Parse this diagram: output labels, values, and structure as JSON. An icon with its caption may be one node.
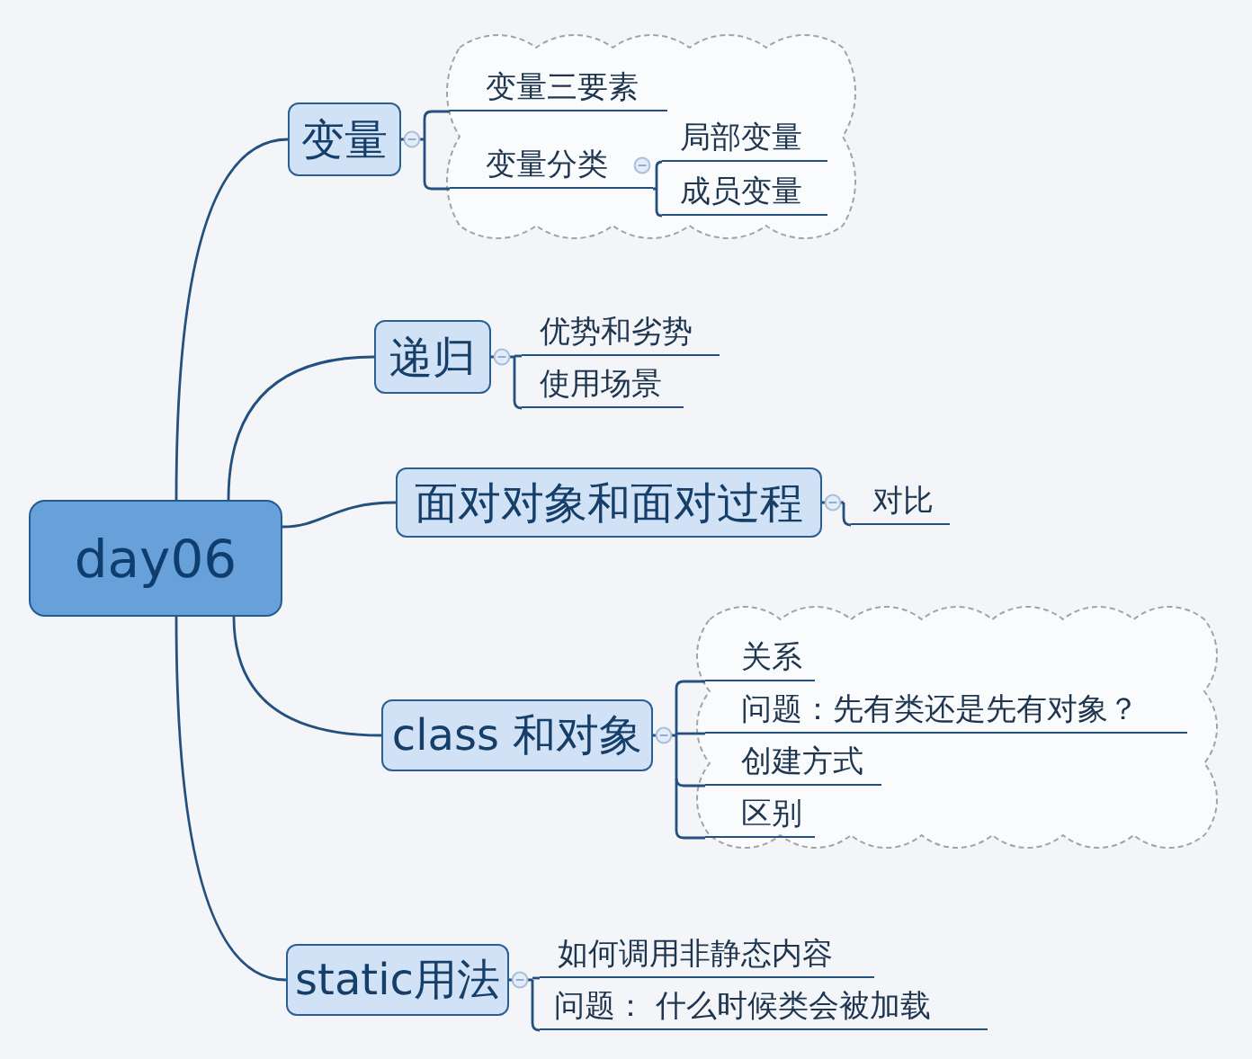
{
  "diagram": {
    "nodes": [
      {
        "text": [
          "day06"
        ]
      },
      {
        "text": [
          "变量"
        ]
      },
      {
        "text": [],
        "shape": "cloud"
      },
      {
        "text": [
          "变量三要素"
        ],
        "in": 2
      },
      {
        "text": [
          "变量分类"
        ],
        "in": 2
      },
      {
        "text": [
          "局部变量"
        ],
        "in": 2
      },
      {
        "text": [
          "成员变量"
        ],
        "in": 2
      },
      {
        "text": [
          "递归"
        ]
      },
      {
        "text": [
          "优势和劣势"
        ]
      },
      {
        "text": [
          "使用场景"
        ]
      },
      {
        "text": [
          "面对对象和面对过程"
        ]
      },
      {
        "text": [
          "对比"
        ]
      },
      {
        "text": [
          "class 和对象"
        ]
      },
      {
        "text": [],
        "shape": "cloud"
      },
      {
        "text": [
          "关系"
        ],
        "in": 13
      },
      {
        "text": [
          "问题：先有类还是先有对象？"
        ],
        "in": 13
      },
      {
        "text": [
          "创建方式"
        ],
        "in": 13
      },
      {
        "text": [
          "区别"
        ],
        "in": 13
      },
      {
        "text": [
          "static用法"
        ]
      },
      {
        "text": [
          "如何调用非静态内容"
        ]
      },
      {
        "text": [
          "问题： 什么时候类会被加载"
        ]
      }
    ],
    "edges": [
      {
        "from": 0,
        "to": 1,
        "arrow": "none"
      },
      {
        "from": 1,
        "to": 3,
        "arrow": "other"
      },
      {
        "from": 1,
        "to": 4,
        "arrow": "other"
      },
      {
        "from": 4,
        "to": 5,
        "arrow": "none"
      },
      {
        "from": 4,
        "to": 6,
        "arrow": "none"
      },
      {
        "from": 0,
        "to": 7,
        "arrow": "none"
      },
      {
        "from": 7,
        "to": 8,
        "arrow": "other"
      },
      {
        "from": 7,
        "to": 9,
        "arrow": "other"
      },
      {
        "from": 0,
        "to": 10,
        "arrow": "none"
      },
      {
        "from": 10,
        "to": 11,
        "arrow": "other"
      },
      {
        "from": 0,
        "to": 12,
        "arrow": "none"
      },
      {
        "from": 12,
        "to": 14,
        "arrow": "other"
      },
      {
        "from": 12,
        "to": 15,
        "arrow": "other"
      },
      {
        "from": 12,
        "to": 16,
        "arrow": "other"
      },
      {
        "from": 12,
        "to": 17,
        "arrow": "other"
      },
      {
        "from": 0,
        "to": 18,
        "arrow": "none"
      },
      {
        "from": 18,
        "to": 19,
        "arrow": "other"
      },
      {
        "from": 18,
        "to": 20,
        "arrow": "other"
      }
    ]
  }
}
